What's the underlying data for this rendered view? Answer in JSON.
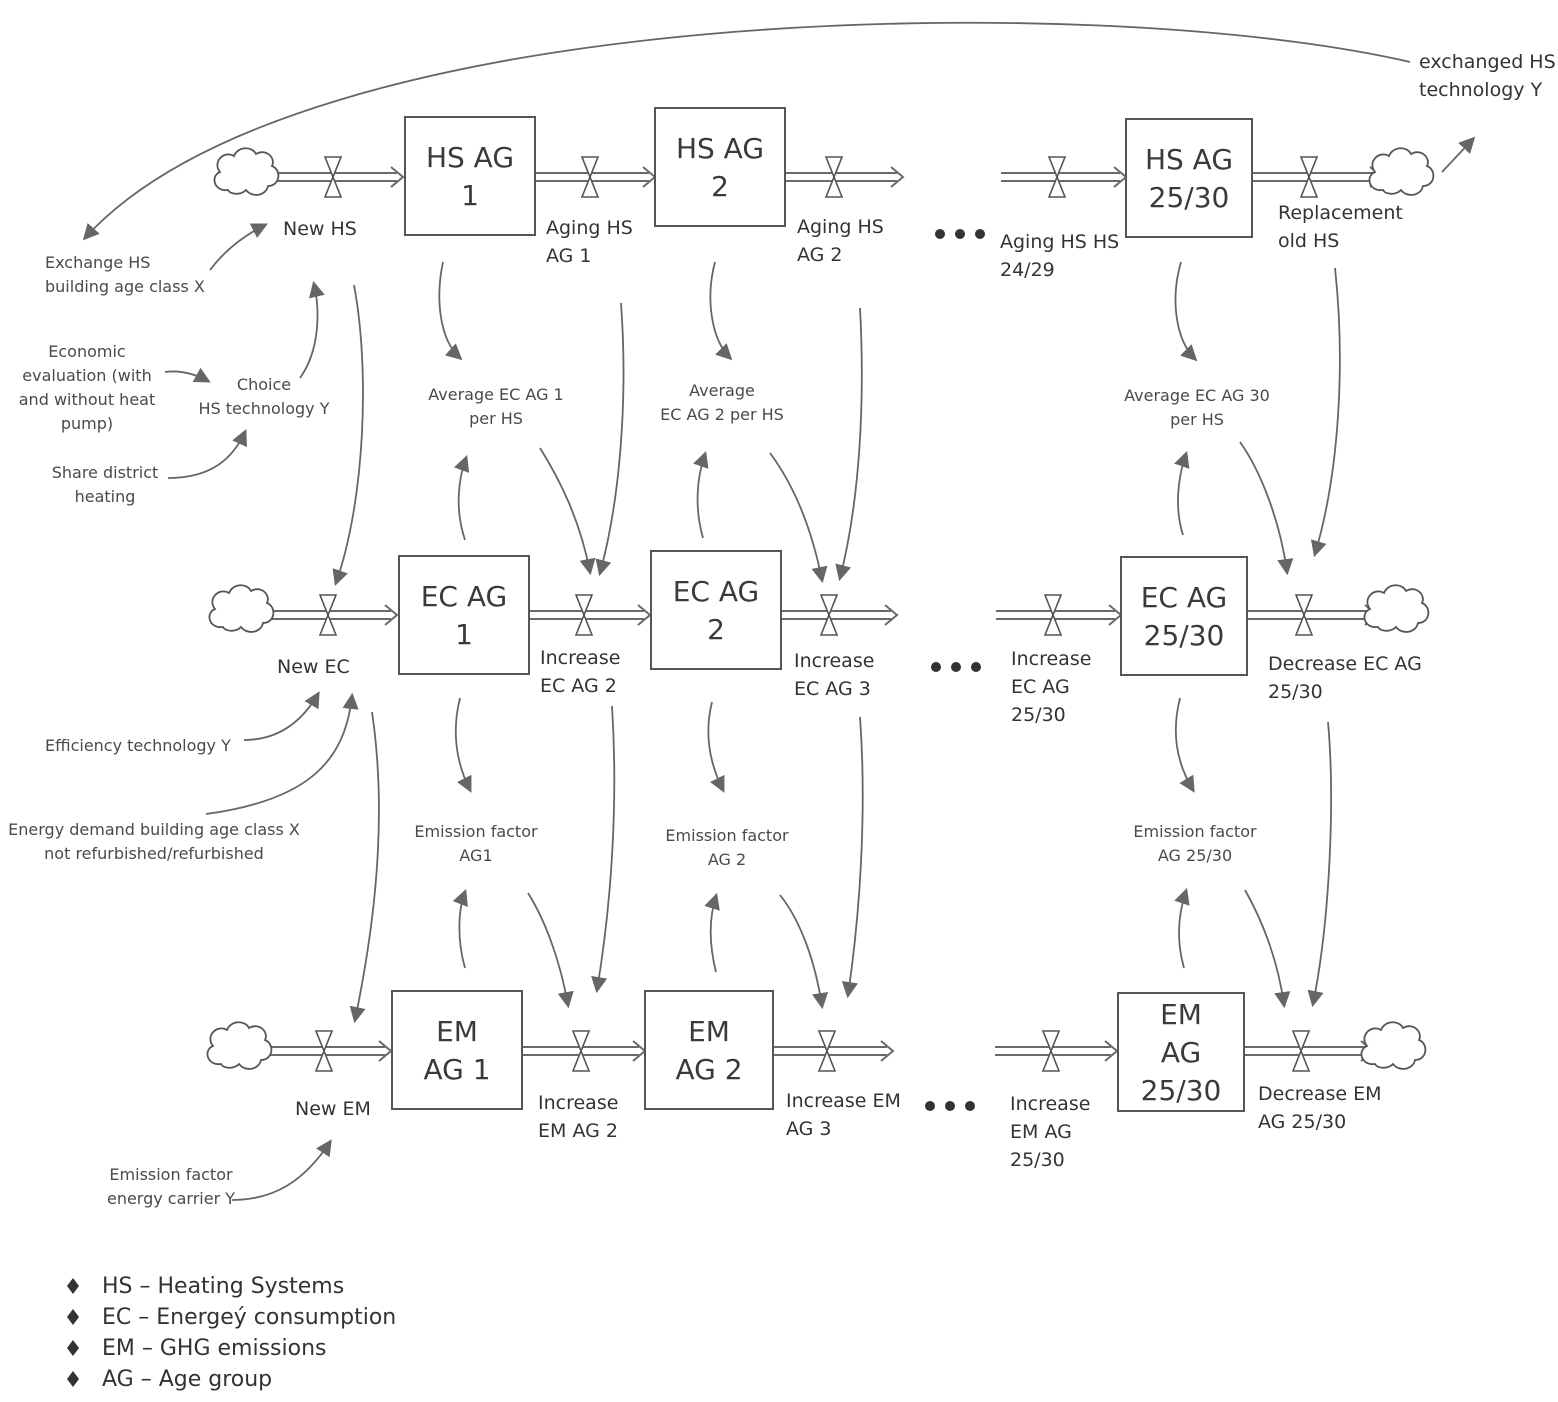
{
  "stocks": {
    "hs1": [
      "HS AG",
      "1"
    ],
    "hs2": [
      "HS AG",
      "2"
    ],
    "hs3": [
      "HS AG",
      "25/30"
    ],
    "ec1": [
      "EC AG",
      "1"
    ],
    "ec2": [
      "EC AG",
      "2"
    ],
    "ec3": [
      "EC AG",
      "25/30"
    ],
    "em1": [
      "EM",
      "AG 1"
    ],
    "em2": [
      "EM",
      "AG 2"
    ],
    "em3": [
      "EM",
      "AG",
      "25/30"
    ]
  },
  "flows": {
    "new_hs": [
      "New HS"
    ],
    "aging_hs_ag1": [
      "Aging HS",
      "AG 1"
    ],
    "aging_hs_ag2": [
      "Aging HS",
      "AG 2"
    ],
    "aging_hs_24_29": [
      "Aging HS  HS",
      "24/29"
    ],
    "replacement_old_hs": [
      "Replacement",
      "old HS"
    ],
    "new_ec": [
      "New EC"
    ],
    "increase_ec_ag2": [
      "Increase",
      "EC AG 2"
    ],
    "increase_ec_ag3": [
      "Increase",
      "EC AG 3"
    ],
    "increase_ec_ag25": [
      "Increase",
      "EC AG",
      "25/30"
    ],
    "decrease_ec_ag25": [
      "Decrease EC AG",
      "25/30"
    ],
    "new_em": [
      "New EM"
    ],
    "increase_em_ag2": [
      "Increase",
      "EM AG 2"
    ],
    "increase_em_ag3": [
      "Increase EM",
      "AG 3"
    ],
    "increase_em_ag25": [
      "Increase",
      "EM AG",
      "25/30"
    ],
    "decrease_em_ag25": [
      "Decrease EM",
      "AG 25/30"
    ]
  },
  "auxiliaries": {
    "exchanged_hs_tech": [
      "exchanged HS",
      "technology Y"
    ],
    "exchange_hs_building": [
      "Exchange HS",
      "building age class X"
    ],
    "economic_evaluation": [
      "Economic",
      "evaluation (with",
      "and without heat",
      "pump)"
    ],
    "choice_hs_tech": [
      "Choice",
      "HS technology Y"
    ],
    "share_district_heating": [
      "Share district",
      "heating"
    ],
    "avg_ec_ag1": [
      "Average EC AG 1",
      "per HS"
    ],
    "avg_ec_ag2": [
      "Average",
      "EC AG 2 per HS"
    ],
    "avg_ec_ag30": [
      "Average EC AG 30",
      "per HS"
    ],
    "efficiency_tech": [
      "Efficiency technology Y"
    ],
    "energy_demand": [
      "Energy demand building age class X",
      "not refurbished/refurbished"
    ],
    "emission_factor_ag1": [
      "Emission factor",
      "AG1"
    ],
    "emission_factor_ag2": [
      "Emission factor",
      "AG 2"
    ],
    "emission_factor_ag25": [
      "Emission factor",
      "AG 25/30"
    ],
    "emission_factor_carrier": [
      "Emission factor",
      "energy carrier Y"
    ]
  },
  "legend": [
    "HS – Heating Systems",
    "EC – Energeý consumption",
    "EM – GHG emissions",
    "AG – Age group"
  ]
}
